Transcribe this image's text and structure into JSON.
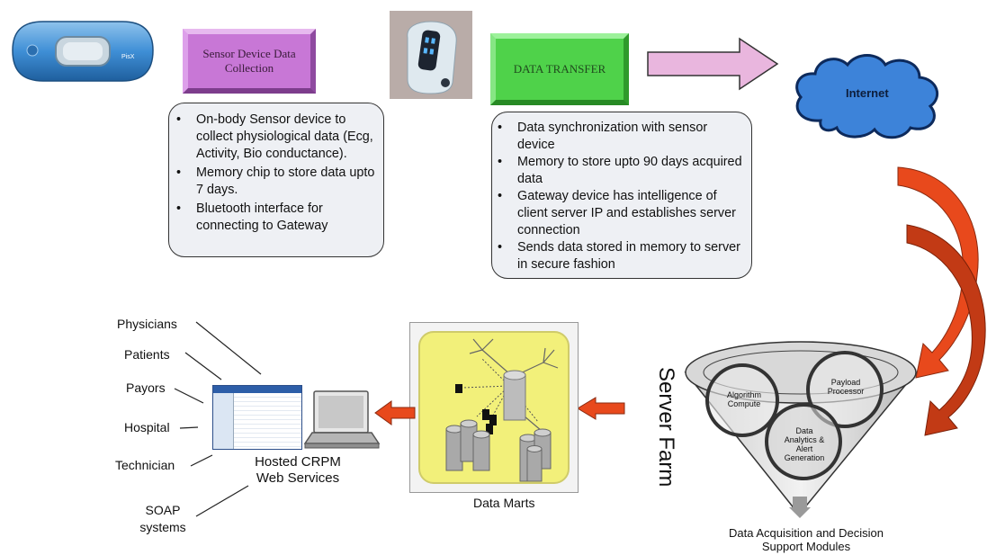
{
  "top": {
    "sensor_label": "Sensor Device Data Collection",
    "transfer_label": "DATA TRANSFER",
    "internet_label": "Internet",
    "sensor_device_brand": "PisX",
    "sensor_bullets": [
      "On-body Sensor device to collect physiological data (Ecg, Activity, Bio conductance).",
      "Memory chip to store data upto 7 days.",
      "Bluetooth interface for connecting to Gateway"
    ],
    "transfer_bullets": [
      "Data synchronization with sensor device",
      "Memory to store upto 90 days acquired data",
      "Gateway device has intelligence of client server IP and establishes server connection",
      "Sends data stored in memory to server in secure fashion"
    ]
  },
  "server": {
    "title": "Server Farm",
    "circle_algorithm": "Algorithm Compute",
    "circle_payload": "Payload Processor",
    "circle_analytics": "Data Analytics & Alert Generation",
    "caption": "Data Acquisition and Decision Support Modules"
  },
  "data_marts": {
    "caption": "Data Marts"
  },
  "users": {
    "items": [
      "Physicians",
      "Patients",
      "Payors",
      "Hospital",
      "Technician",
      "SOAP systems"
    ],
    "web_caption": "Hosted CRPM Web Services"
  },
  "colors": {
    "purple_box": "#c877d6",
    "green_box": "#4fd24a",
    "arrow_pink": "#e9b6de",
    "arrow_orange": "#e8491c",
    "cloud_blue": "#3d83d9",
    "panel_fill": "#eef0f4"
  }
}
